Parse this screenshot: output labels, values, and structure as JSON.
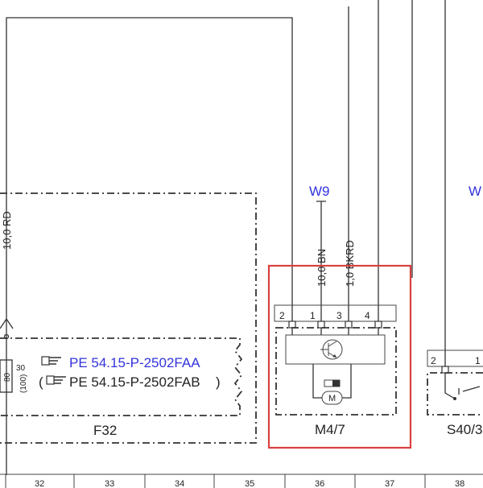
{
  "wires": {
    "rd_label": "10,0 RD",
    "bn_label": "10,0 BN",
    "bkrd_label": "1,0 BKRD"
  },
  "connectors": {
    "w9": "W9",
    "w_right": "W"
  },
  "fuse_block": {
    "label": "F32",
    "fuse_value": "80",
    "terminal_top": "30",
    "terminal_sub": "(100)",
    "ref_primary": "PE 54.15-P-2502FAA",
    "ref_secondary": "PE 54.15-P-2502FAB",
    "ref_secondary_open": "(",
    "ref_secondary_close": ")"
  },
  "component_m47": {
    "label": "M4/7",
    "pins": [
      "2",
      "1",
      "3",
      "4"
    ],
    "motor_symbol": "M"
  },
  "component_s40": {
    "label": "S40/3",
    "pins": [
      "2",
      "1"
    ]
  },
  "grid": {
    "numbers": [
      "32",
      "33",
      "34",
      "35",
      "36",
      "37",
      "38"
    ]
  },
  "colors": {
    "highlight": "#d94040",
    "link": "#3333dd",
    "line": "#333333"
  }
}
